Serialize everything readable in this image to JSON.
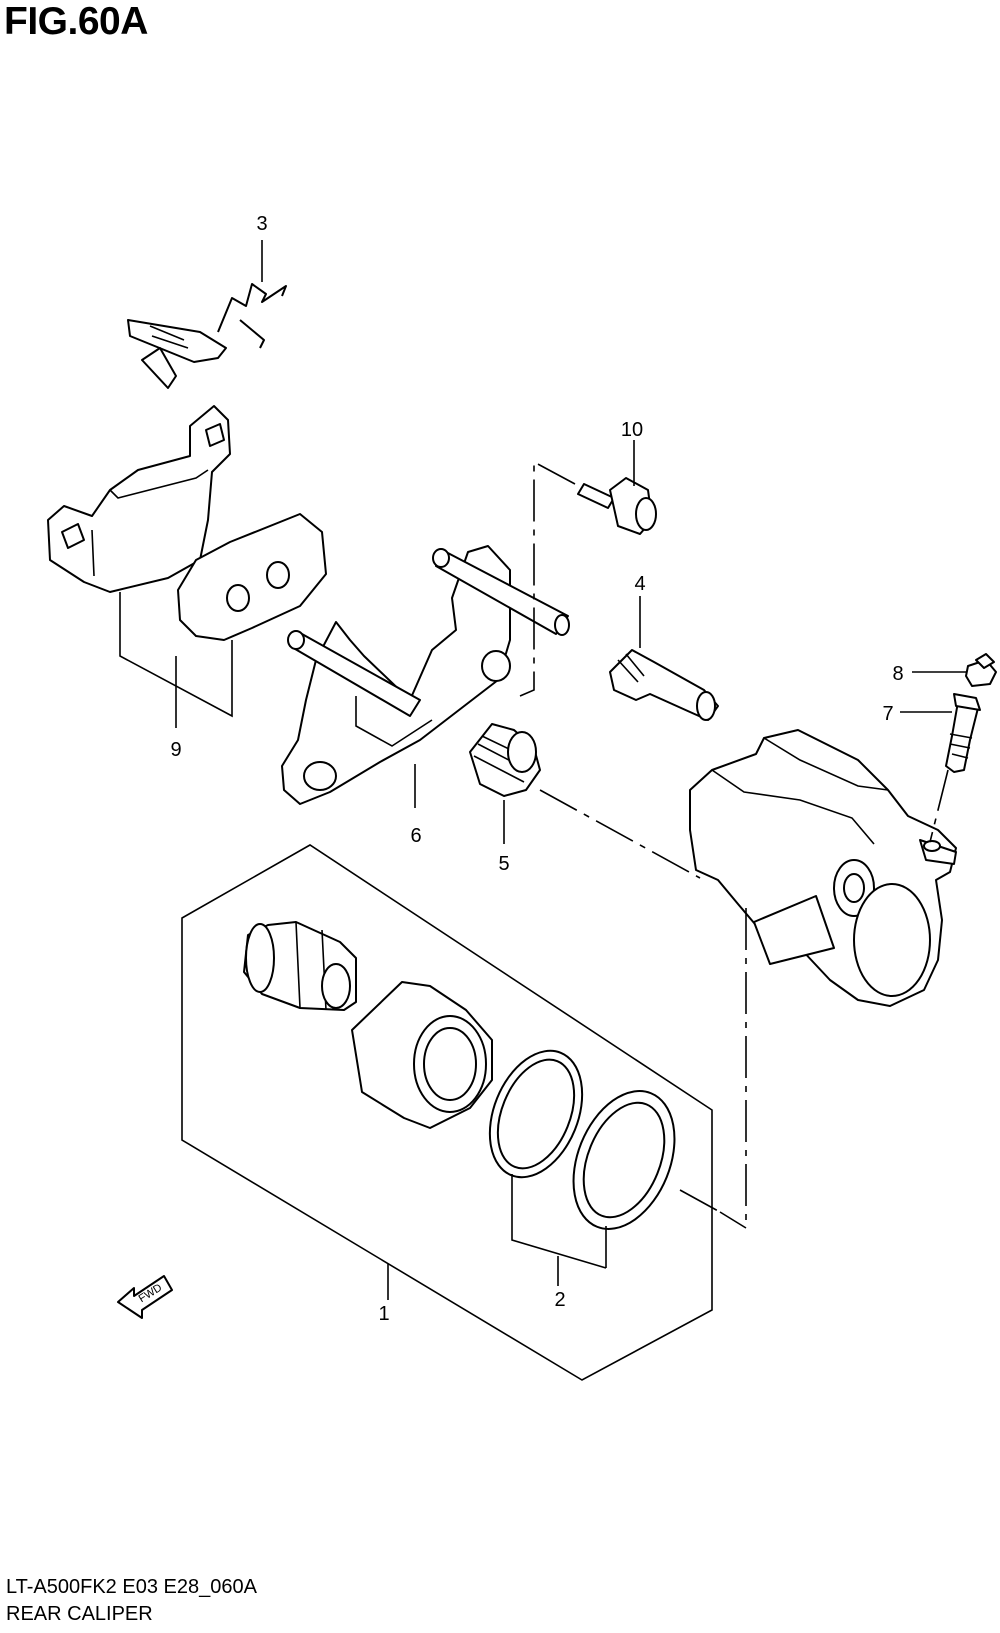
{
  "figure": {
    "title": "FIG.60A",
    "code": "LT-A500FK2 E03 E28_060A",
    "subtitle": "REAR CALIPER"
  },
  "callouts": [
    "1",
    "2",
    "3",
    "4",
    "5",
    "6",
    "7",
    "8",
    "9",
    "10"
  ],
  "fwd_label": "FWD"
}
